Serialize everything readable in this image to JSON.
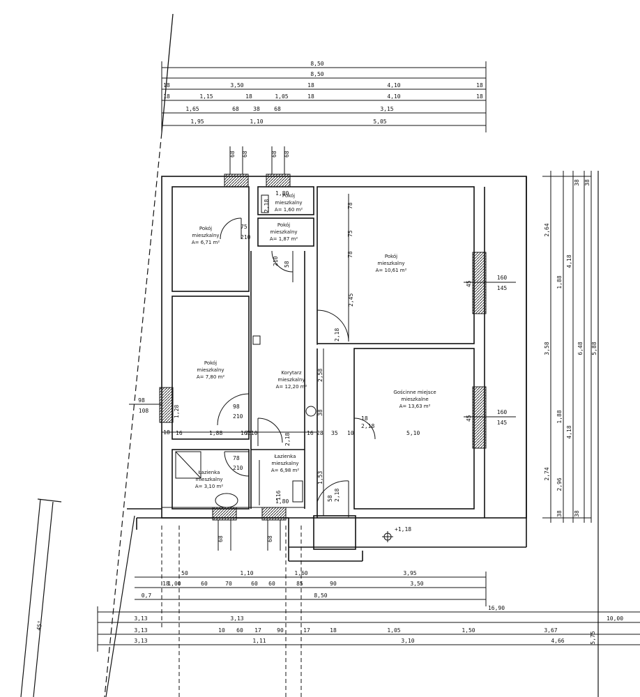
{
  "dims": {
    "top": {
      "overall_a": "8,50",
      "overall_b": "8,50",
      "row3": [
        "18",
        "3,50",
        "18",
        "4,10",
        "18"
      ],
      "row4": [
        "18",
        "1,15",
        "18",
        "1,05",
        "18",
        "4,10",
        "18"
      ],
      "row5": [
        "1,65",
        "68",
        "38",
        "68",
        "3,15"
      ],
      "row6": [
        "1,95",
        "1,10",
        "5,05"
      ],
      "vents": [
        "68",
        "68",
        "68",
        "68"
      ]
    },
    "right": {
      "outer": "5,88",
      "mid": [
        "4,18",
        "6,48",
        "4,18"
      ],
      "inner": [
        "2,64",
        "1,88",
        "3,58",
        "1,88",
        "2,74"
      ],
      "edge": [
        "38",
        "38",
        "2,96",
        "38",
        "38"
      ]
    },
    "window_labels": [
      "160",
      "145",
      "160",
      "145"
    ],
    "window_sides": [
      "45",
      "45"
    ],
    "bottom": {
      "row1": [
        "1,00",
        "60",
        "1,10",
        "60",
        "1,60",
        "3,95"
      ],
      "row2": [
        "18",
        "50",
        "70",
        "60",
        "85",
        "90",
        "3,50"
      ],
      "overall": "8,50",
      "row4": [
        "3,13",
        "3,13"
      ],
      "row5": [
        "3,13",
        "10",
        "60",
        "17",
        "90",
        "17",
        "18",
        "1,05",
        "1,50",
        "3,67",
        "10,00"
      ],
      "row6": [
        "3,13",
        "1,11",
        "3,10",
        "4,66"
      ],
      "left_label": "0,7",
      "right_tag": "16,90",
      "far_right": "5,75",
      "vent_b": [
        "68",
        "68"
      ]
    },
    "interior": [
      "16",
      "1,88",
      "16",
      "7",
      "16",
      "28",
      "98",
      "210",
      "78",
      "210",
      "1,53",
      "2,18",
      "2,58",
      "38",
      "2,45",
      "2,18",
      "5,10",
      "35",
      "10",
      "18",
      "2,18",
      "210",
      "116",
      "58",
      "210",
      "75",
      "210",
      "58",
      "2,18",
      "78",
      "78",
      "1,80",
      "1,80",
      "75",
      "2,18"
    ],
    "left_marks": [
      "98",
      "108",
      "1,28",
      "18"
    ],
    "slope_note": "45°",
    "elevation": "+1,18"
  },
  "rooms": [
    {
      "name": "Pokój",
      "sub": "mieszkalny",
      "area": "A= 6,71 m²"
    },
    {
      "name": "Pokój",
      "sub": "mieszkalny",
      "area": "A= 1,60 m²"
    },
    {
      "name": "Pokój",
      "sub": "mieszkalny",
      "area": "A= 1,87 m²"
    },
    {
      "name": "Pokój",
      "sub": "mieszkalny",
      "area": "A= 10,61 m²"
    },
    {
      "name": "Pokój",
      "sub": "mieszkalny",
      "area": "A= 7,80 m²"
    },
    {
      "name": "Korytarz",
      "sub": "mieszkalny",
      "area": "A= 12,20 m²"
    },
    {
      "name": "Gościnne miejsce",
      "sub": "mieszkalne",
      "area": "A= 13,63 m²"
    },
    {
      "name": "Łazienka",
      "sub": "mieszkalny",
      "area": "A= 6,98 m²"
    },
    {
      "name": "Łazienka",
      "sub": "mieszkalny",
      "area": "A= 3,10 m²"
    }
  ],
  "colors": {
    "line": "#111111",
    "background": "#ffffff"
  }
}
